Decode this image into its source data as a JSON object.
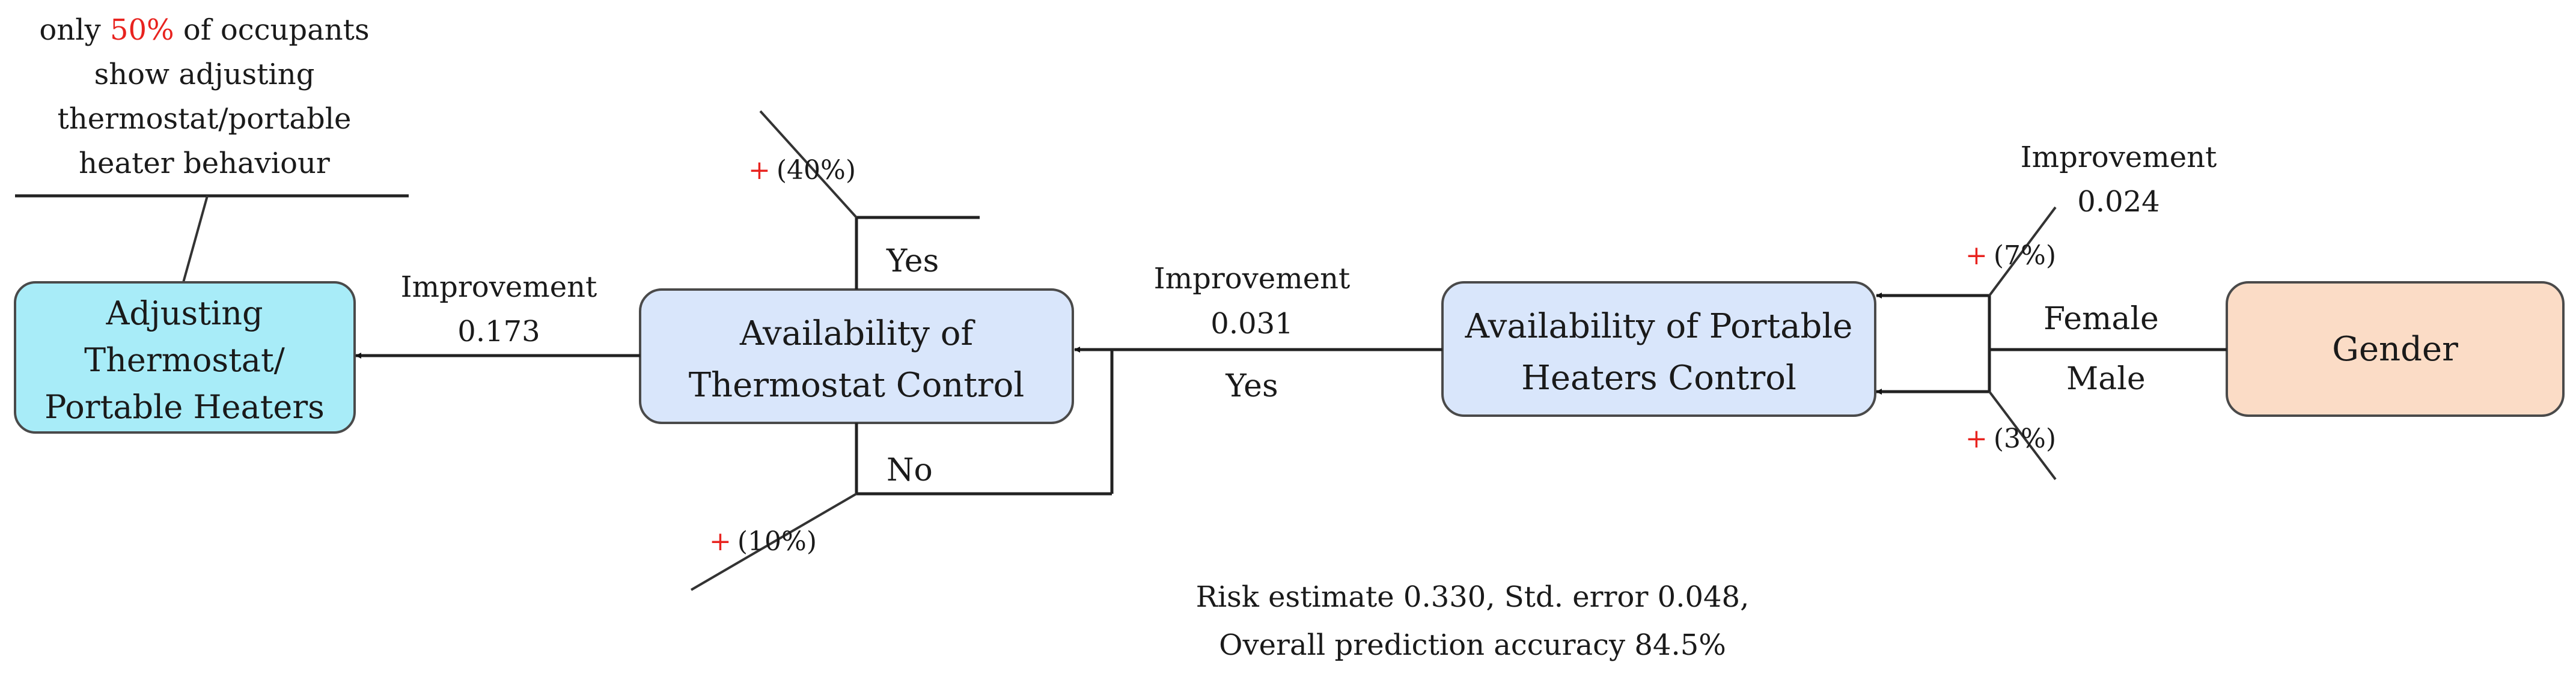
{
  "annotation": {
    "line1_pre": "only ",
    "line1_pct": "50%",
    "line1_post": " of occupants",
    "line2": "show adjusting",
    "line3": "thermostat/portable",
    "line4": "heater behaviour"
  },
  "nodes": {
    "target": {
      "line1": "Adjusting",
      "line2": "Thermostat/",
      "line3": "Portable Heaters",
      "fill": "#a8ecf8"
    },
    "thermostat": {
      "line1": "Availability of",
      "line2": "Thermostat Control",
      "fill": "#d9e6fb"
    },
    "heaters": {
      "line1": "Availability of Portable",
      "line2": "Heaters Control",
      "fill": "#d9e6fb"
    },
    "gender": {
      "line1": "Gender",
      "fill": "#fbdcc6"
    }
  },
  "edges": {
    "thermostat_to_target": {
      "label": "Improvement",
      "value": "0.173"
    },
    "heaters_to_thermostat": {
      "label": "Improvement",
      "value": "0.031",
      "branch": "Yes"
    },
    "gender_to_heaters": {
      "label": "Improvement",
      "value": "0.024"
    }
  },
  "branches": {
    "thermostat_yes": {
      "label": "Yes",
      "sign": "+",
      "pct": "(40%)"
    },
    "thermostat_no": {
      "label": "No",
      "sign": "+",
      "pct": "(10%)"
    },
    "female": {
      "label": "Female",
      "sign": "+",
      "pct": "(7%)"
    },
    "male": {
      "label": "Male",
      "sign": "+",
      "pct": "(3%)"
    }
  },
  "footer": {
    "line1": "Risk estimate 0.330, Std. error 0.048,",
    "line2": "Overall prediction accuracy 84.5%"
  },
  "colors": {
    "accent_red": "#e8231f",
    "line": "#222222"
  }
}
